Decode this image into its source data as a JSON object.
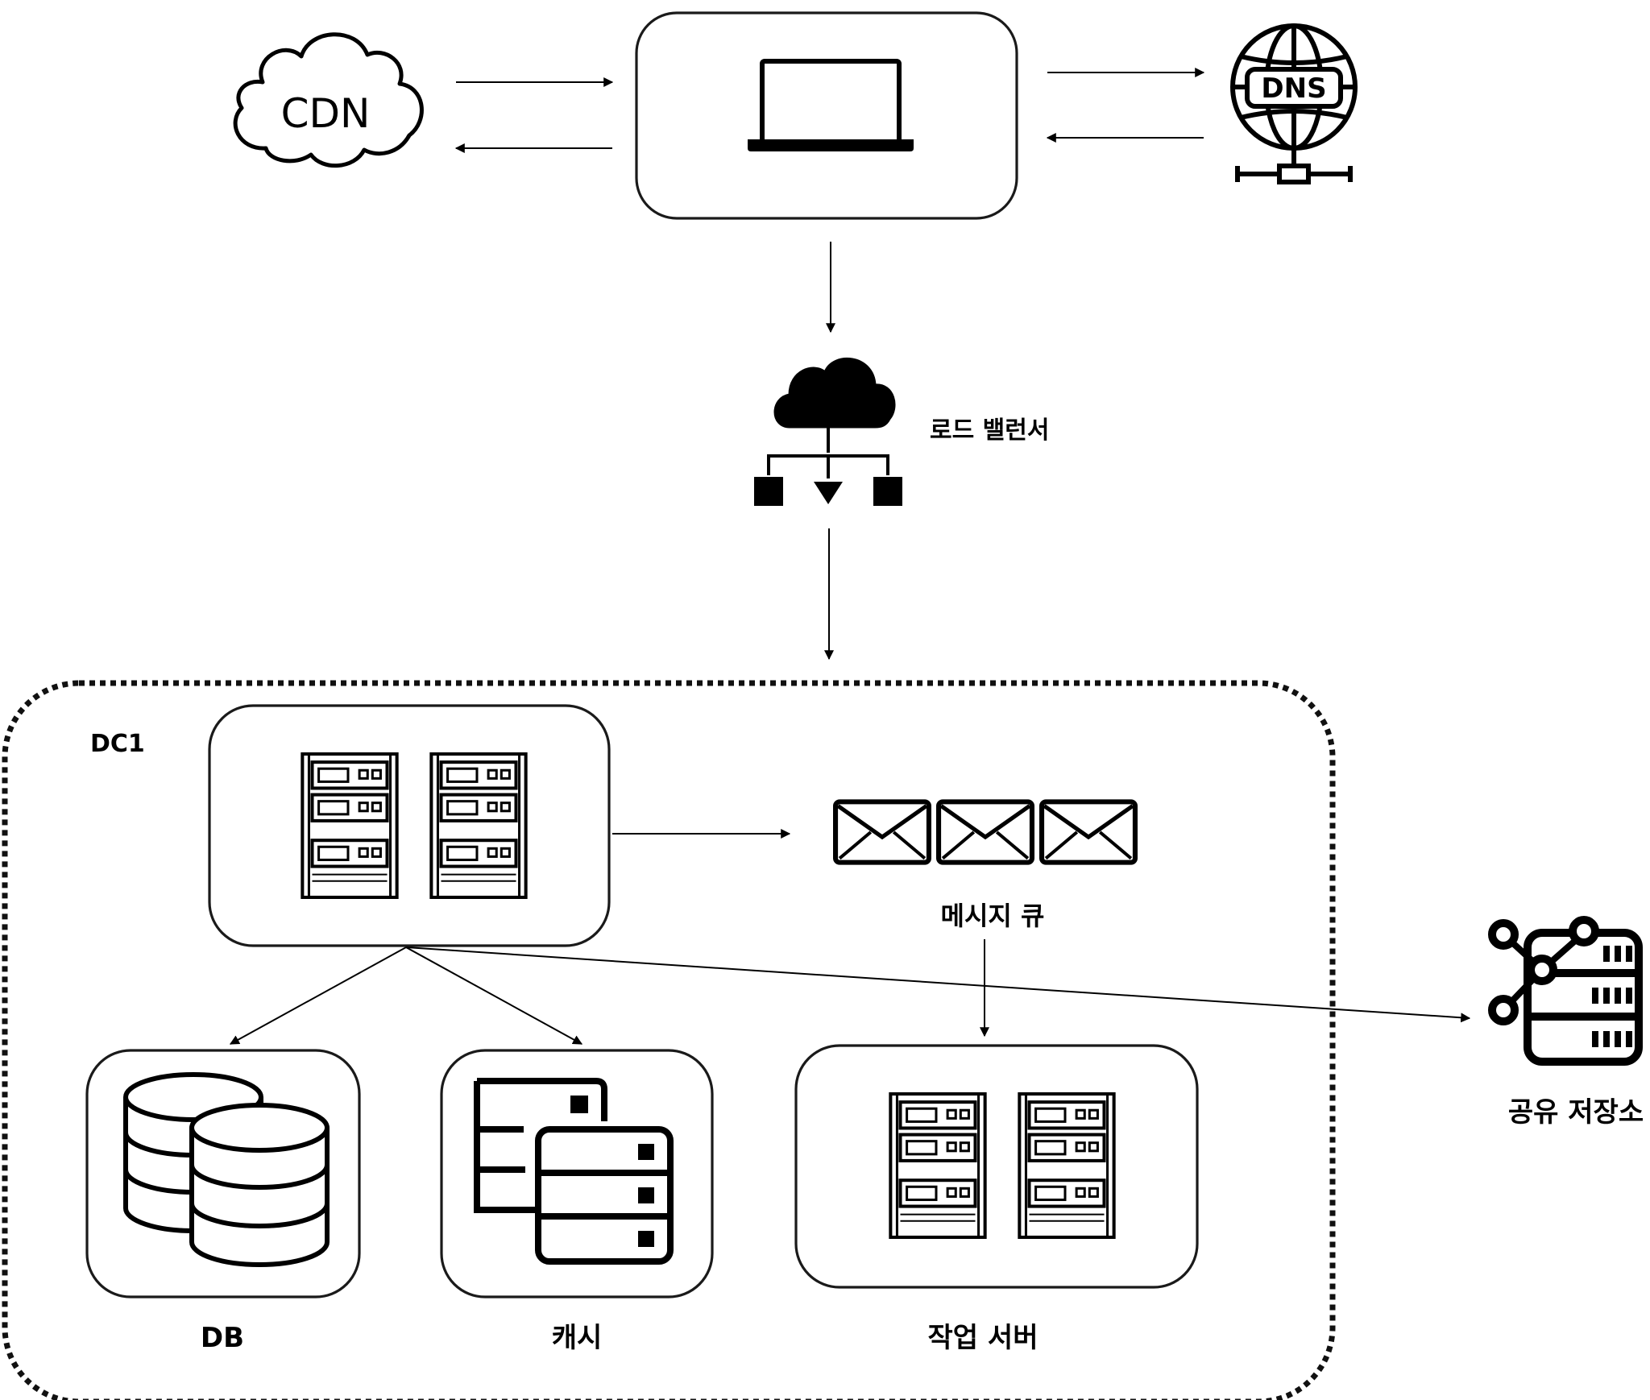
{
  "nodes": {
    "cdn": {
      "label": "CDN"
    },
    "dns": {
      "label": "DNS"
    },
    "load_balancer": {
      "label": "로드 밸런서"
    },
    "dc": {
      "label": "DC1"
    },
    "message_queue": {
      "label": "메시지 큐"
    },
    "db": {
      "label": "DB"
    },
    "cache": {
      "label": "캐시"
    },
    "worker": {
      "label": "작업 서버"
    },
    "shared_storage": {
      "label": "공유 저장소"
    }
  },
  "icons": {
    "cdn": "cloud-icon",
    "client": "laptop-icon",
    "dns": "globe-dns-icon",
    "load_balancer": "cloud-network-icon",
    "web_servers": "server-rack-icon",
    "message_queue": "envelope-icon",
    "db": "database-icon",
    "cache": "cache-server-icon",
    "worker": "server-rack-icon",
    "shared_storage": "shared-storage-icon"
  },
  "edges": [
    {
      "from": "client",
      "to": "cdn"
    },
    {
      "from": "cdn",
      "to": "client"
    },
    {
      "from": "client",
      "to": "dns"
    },
    {
      "from": "dns",
      "to": "client"
    },
    {
      "from": "client",
      "to": "load_balancer"
    },
    {
      "from": "load_balancer",
      "to": "dc"
    },
    {
      "from": "web_servers",
      "to": "message_queue"
    },
    {
      "from": "web_servers",
      "to": "db"
    },
    {
      "from": "web_servers",
      "to": "cache"
    },
    {
      "from": "web_servers",
      "to": "shared_storage"
    },
    {
      "from": "message_queue",
      "to": "worker"
    }
  ]
}
